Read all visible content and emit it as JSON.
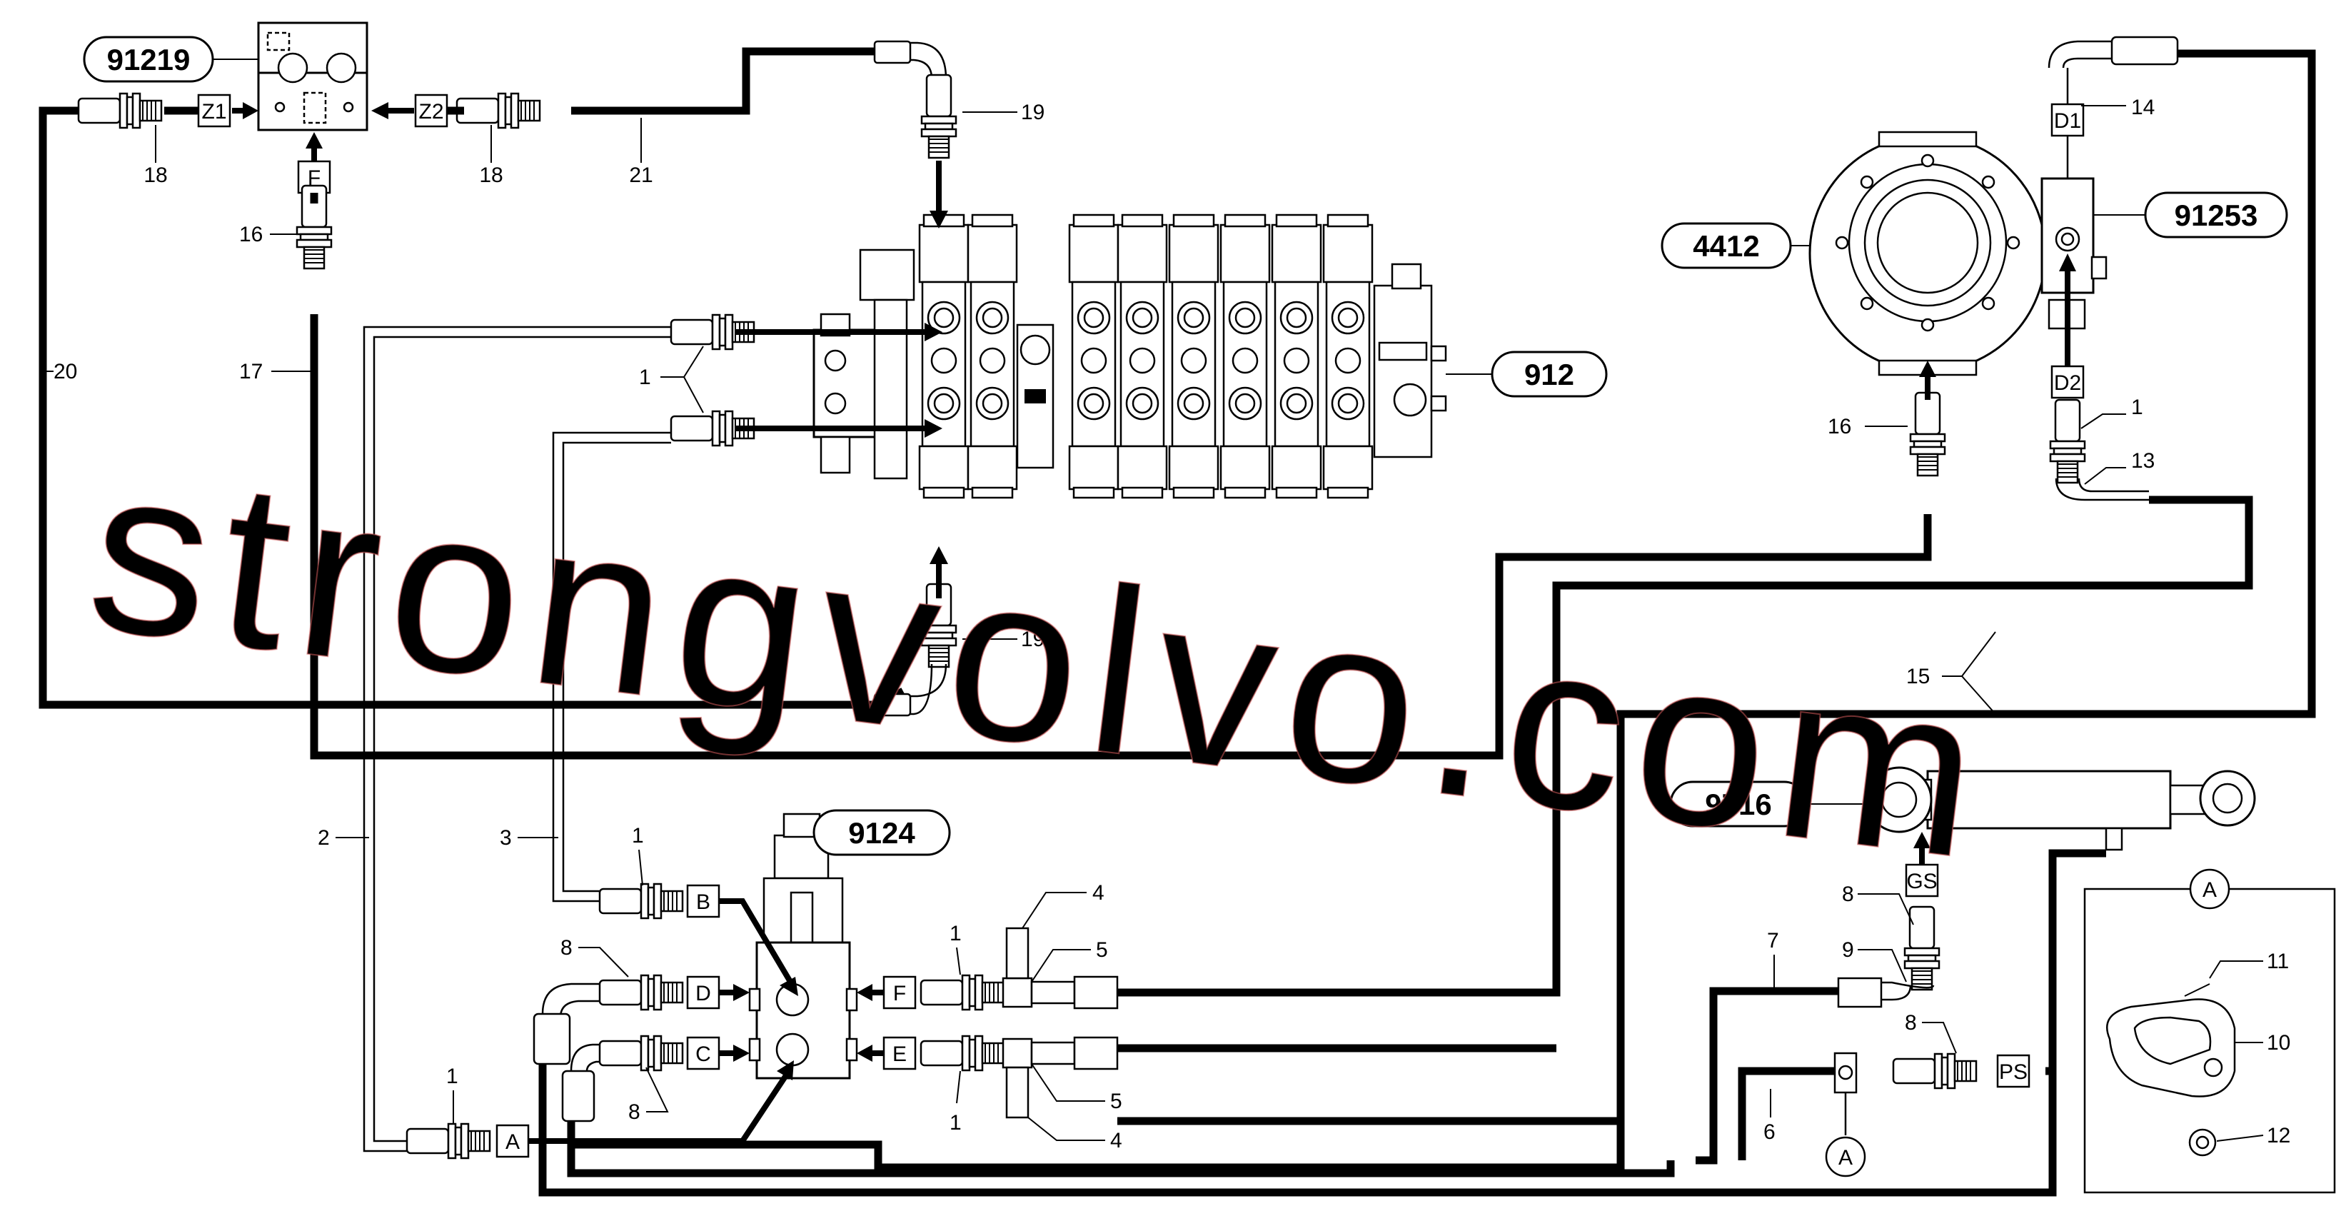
{
  "components": [
    {
      "id": "91219"
    },
    {
      "id": "912"
    },
    {
      "id": "4412"
    },
    {
      "id": "91253"
    },
    {
      "id": "9124"
    },
    {
      "id": "9716"
    }
  ],
  "ports": [
    "Z1",
    "Z2",
    "F",
    "D1",
    "D2",
    "GS",
    "B",
    "D",
    "C",
    "A",
    "F",
    "E",
    "PS",
    "A",
    "A"
  ],
  "part_numbers": [
    "18",
    "18",
    "21",
    "19",
    "16",
    "20",
    "17",
    "1",
    "19",
    "16",
    "14",
    "1",
    "13",
    "15",
    "2",
    "3",
    "1",
    "8",
    "8",
    "1",
    "4",
    "5",
    "5",
    "4",
    "1",
    "1",
    "8",
    "9",
    "8",
    "7",
    "6",
    "11",
    "10",
    "12"
  ],
  "watermark": "strongvolvo.com",
  "icon_names": [
    "fitting-icon",
    "connector-icon",
    "valve-block-icon",
    "cylinder-icon",
    "motor-icon"
  ]
}
